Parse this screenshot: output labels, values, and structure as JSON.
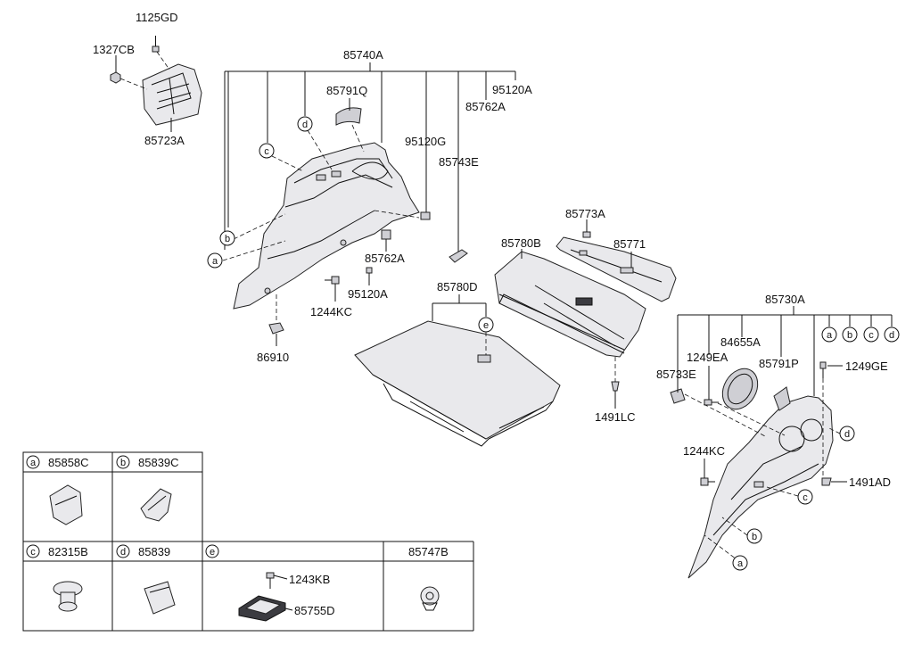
{
  "diagram": {
    "part_labels": {
      "p1125GD": "1125GD",
      "p1327CB": "1327CB",
      "p85723A": "85723A",
      "p85740A": "85740A",
      "p85791Q": "85791Q",
      "p95120A_top": "95120A",
      "p85762A_top": "85762A",
      "p95120G": "95120G",
      "p85743E": "85743E",
      "p85762A_low": "85762A",
      "p95120A_low": "95120A",
      "p1244KC_left": "1244KC",
      "p86910": "86910",
      "p85773A": "85773A",
      "p85771": "85771",
      "p85780B": "85780B",
      "p85780D": "85780D",
      "p1491LC": "1491LC",
      "p85730A": "85730A",
      "p84655A": "84655A",
      "p1249EA": "1249EA",
      "p85733E": "85733E",
      "p85791P": "85791P",
      "p1249GE": "1249GE",
      "p1244KC_right": "1244KC",
      "p1491AD": "1491AD"
    },
    "letters": {
      "a": "a",
      "b": "b",
      "c": "c",
      "d": "d",
      "e": "e"
    },
    "legend": {
      "a_code": "85858C",
      "b_code": "85839C",
      "c_code": "82315B",
      "d_code": "85839",
      "f_code": "85747B",
      "e_code1": "1243KB",
      "e_code2": "85755D"
    }
  }
}
